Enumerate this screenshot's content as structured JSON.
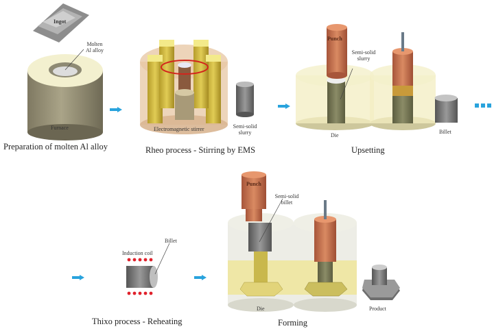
{
  "stages": {
    "preparation": {
      "caption": "Preparation of molten Al alloy",
      "labels": {
        "ingot": "Ingot",
        "molten": "Molten\nAl alloy",
        "furnace": "Furnace"
      }
    },
    "rheo": {
      "caption": "Rheo process - Stirring by EMS",
      "labels": {
        "stirrer": "Electromagnetic stirrer",
        "slurry": "Semi-solid\nslurry"
      }
    },
    "upsetting": {
      "caption": "Upsetting",
      "labels": {
        "punch": "Punch",
        "slurry": "Semi-solid\nslurry",
        "die": "Die",
        "billet": "Billet"
      }
    },
    "thixo": {
      "caption": "Thixo process - Reheating",
      "labels": {
        "coil": "Induction coil",
        "billet": "Billet"
      }
    },
    "forming": {
      "caption": "Forming",
      "labels": {
        "punch": "Punch",
        "billet": "Semi-solid\nbillet",
        "die": "Die",
        "product": "Product"
      }
    }
  },
  "colors": {
    "arrow": "#29a3dd",
    "coil_dot": "#e0212b",
    "punch": "#c8714a",
    "die": "#f2eec0",
    "furnace": "#9b9478",
    "magnet": "#e6d54a"
  }
}
